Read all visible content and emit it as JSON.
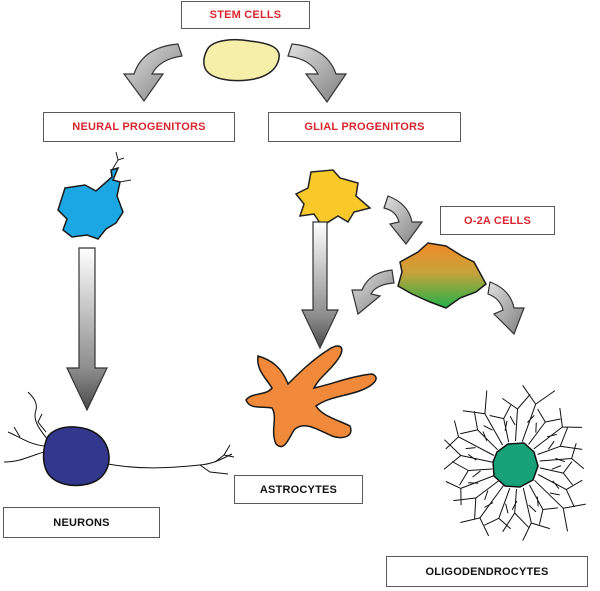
{
  "labels": {
    "stem_cells": "STEM CELLS",
    "neural_progenitors": "NEURAL PROGENITORS",
    "glial_progenitors": "GLIAL PROGENITORS",
    "o2a_cells": "O-2A CELLS",
    "astrocytes": "ASTROCYTES",
    "neurons": "NEURONS",
    "oligodendrocytes": "OLIGODENDROCYTES"
  },
  "colors": {
    "header_label_text": "#d8262e",
    "cell_label_text": "#111111",
    "stem_cell": "#f6efaa",
    "neural_progenitor": "#1aa7e4",
    "glial_progenitor": "#f9c92a",
    "o2a_cell_top": "#f08a24",
    "o2a_cell_bottom": "#22b04a",
    "astrocyte": "#f08a3a",
    "neuron": "#33388e",
    "oligodendrocyte": "#17a178",
    "arrow_gray": "#8a8a8a"
  },
  "icons": [
    "curved-arrow-icon",
    "straight-arrow-icon",
    "cell-icon"
  ]
}
